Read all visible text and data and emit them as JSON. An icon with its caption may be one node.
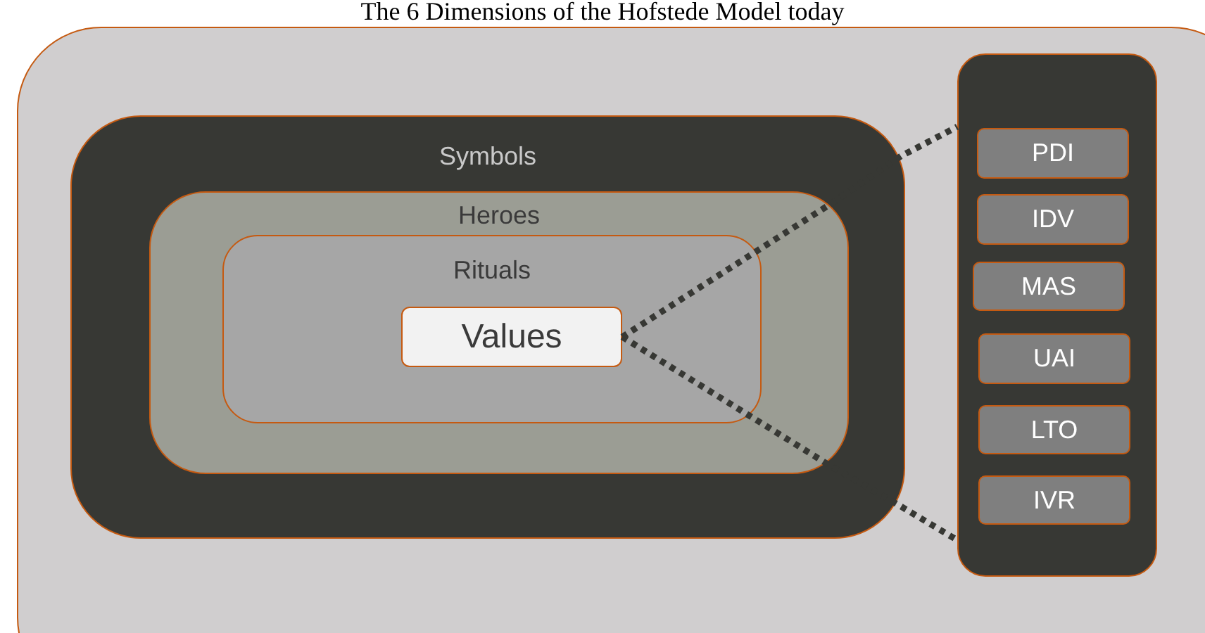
{
  "diagram": {
    "title": "The 6 Dimensions of the Hofstede Model today",
    "nodes": [
      {
        "text": [
          "Symbols"
        ]
      },
      {
        "text": [
          "Heroes"
        ],
        "in": 0
      },
      {
        "text": [
          "Rituals"
        ],
        "in": 1
      },
      {
        "text": [
          "Values"
        ],
        "in": 2
      },
      {
        "text": [],
        "shape": "box"
      },
      {
        "text": [
          "PDI"
        ],
        "in": 4
      },
      {
        "text": [
          "IDV"
        ],
        "in": 4
      },
      {
        "text": [
          "MAS"
        ],
        "in": 4
      },
      {
        "text": [
          "UAI"
        ],
        "in": 4
      },
      {
        "text": [
          "LTO"
        ],
        "in": 4
      },
      {
        "text": [
          "IVR"
        ],
        "in": 4
      }
    ],
    "edges": [
      {
        "from": 3,
        "to": 4,
        "arrow": "none",
        "style": "dashed"
      },
      {
        "from": 3,
        "to": 4,
        "arrow": "none",
        "style": "dashed"
      }
    ]
  }
}
